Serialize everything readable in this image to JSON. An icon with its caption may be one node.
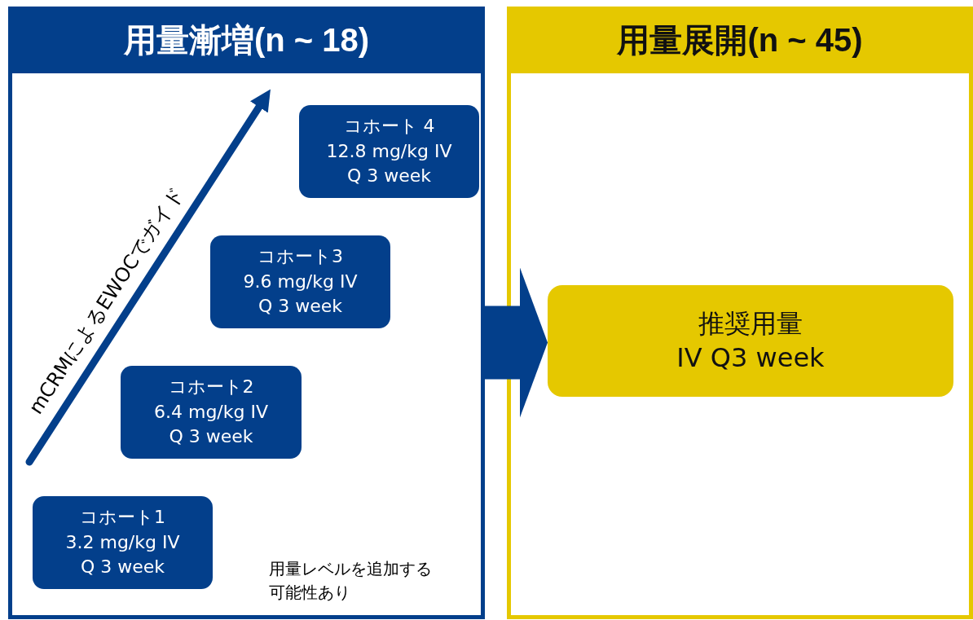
{
  "diagram": {
    "nodes": [
      {
        "text": [
          "用量漸増(n ~ 18)"
        ]
      },
      {
        "text": [
          "コホート 4",
          "12.8 mg/kg IV",
          "Q 3 week"
        ],
        "in": 0
      },
      {
        "text": [
          "コホート3",
          "9.6 mg/kg IV",
          "Q 3 week"
        ],
        "in": 0
      },
      {
        "text": [
          "コホート2",
          "6.4 mg/kg IV",
          "Q 3 week"
        ],
        "in": 0
      },
      {
        "text": [
          "コホート1",
          "3.2 mg/kg IV",
          "Q 3 week"
        ],
        "in": 0
      },
      {
        "text": [
          "用量展開(n ~ 45)"
        ]
      },
      {
        "text": [
          "推奨用量",
          "IV Q3 week"
        ],
        "in": 5
      }
    ],
    "edges": [
      {
        "from": 0,
        "to": 6,
        "arrow": "to"
      }
    ],
    "labels": [
      "mCRMによるEWOCでガイド",
      "用量レベルを追加する可能性あり"
    ]
  }
}
